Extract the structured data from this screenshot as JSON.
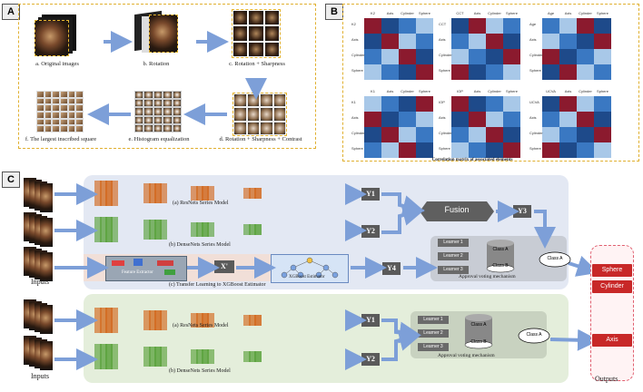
{
  "panels": {
    "a_label": "A",
    "b_label": "B",
    "c_label": "C"
  },
  "panel_a": {
    "captions": [
      "a. Original images",
      "b. Rotation",
      "c. Rotation + Sharpness",
      "d. Rotation + Sharpness + Contrast",
      "e. Histogram equalization",
      "f. The largest inscribed square"
    ]
  },
  "panel_b": {
    "caption": "Correlation matrix of associated elements",
    "matrices": [
      {
        "labels": [
          "K2",
          "Axis",
          "Cylinder",
          "Sphere"
        ]
      },
      {
        "labels": [
          "CCT",
          "Axis",
          "Cylinder",
          "Sphere"
        ]
      },
      {
        "labels": [
          "Age",
          "Axis",
          "Cylinder",
          "Sphere"
        ]
      },
      {
        "labels": [
          "K1",
          "Axis",
          "Cylinder",
          "Sphere"
        ]
      },
      {
        "labels": [
          "IOP",
          "Axis",
          "Cylinder",
          "Sphere"
        ]
      },
      {
        "labels": [
          "UCVA",
          "Axis",
          "Cylinder",
          "Sphere"
        ]
      }
    ],
    "colors": {
      "red": "#8b1a2e",
      "dark": "#1e4a8a",
      "mid": "#3a78c2",
      "light": "#a8c8e8"
    }
  },
  "panel_c": {
    "inputs_label": "Inputs",
    "inputs_label2": "Inputs",
    "outputs_label": "Outputs",
    "resnet_caption": "(a) ResNets Series Model",
    "densenet_caption": "(b) DenseNets Series Model",
    "transfer_caption": "(c) Transfer Learning to XGBoost Estimator",
    "resnet_caption2": "(a) ResNets Series Model",
    "densenet_caption2": "(b) DenseNets Series Model",
    "feature_extractor": "Feature Extractor",
    "xgboost_estimator": "XGBoost Estimator",
    "x_prime": "X'",
    "y1": "Y1",
    "y2": "Y2",
    "y3": "Y3",
    "y4": "Y4",
    "y1b": "Y1",
    "y2b": "Y2",
    "fusion": "Fusion",
    "learners": [
      "Learner 1",
      "Learner 2",
      "Learner 3"
    ],
    "learners2": [
      "Learner 1",
      "Learner 2",
      "Learner 3"
    ],
    "class_a": "Class A",
    "class_b": "Class B",
    "class_out": "Class A",
    "voting": "Approval voting mechanism",
    "voting2": "Approval voting mechanism",
    "outputs": [
      "Sphere",
      "Cylinder",
      "Axis"
    ],
    "colors": {
      "resnet": "#d2691e",
      "densenet": "#5aa23c",
      "arrow": "#7d9fd8",
      "fusion": "#5f5f5f"
    }
  }
}
